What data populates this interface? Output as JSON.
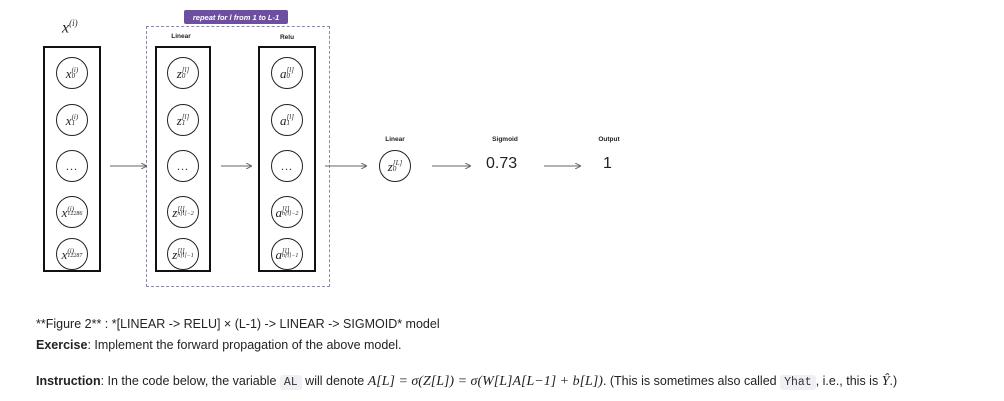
{
  "diagram": {
    "input_title": "x",
    "input_title_sup": "(i)",
    "repeat_label": "repeat for l from 1 to L-1",
    "linear_label": "Linear",
    "relu_label": "Relu",
    "final_linear_label": "Linear",
    "sigmoid_label": "Sigmoid",
    "output_label": "Output",
    "sigmoid_value": "0.73",
    "output_value": "1",
    "dots": "…",
    "inputs": [
      {
        "base": "x",
        "sup": "(i)",
        "sub": "0"
      },
      {
        "base": "x",
        "sup": "(i)",
        "sub": "1"
      },
      {
        "base": "x",
        "sup": "(i)",
        "sub": "12286"
      },
      {
        "base": "x",
        "sup": "(i)",
        "sub": "12287"
      }
    ],
    "linear_nodes": [
      {
        "base": "z",
        "sup": "[l]",
        "sub": "0"
      },
      {
        "base": "z",
        "sup": "[l]",
        "sub": "1"
      },
      {
        "base": "z",
        "sup": "[l]",
        "sub": "n[l]−2"
      },
      {
        "base": "z",
        "sup": "[l]",
        "sub": "n[l]−1"
      }
    ],
    "relu_nodes": [
      {
        "base": "a",
        "sup": "[l]",
        "sub": "0"
      },
      {
        "base": "a",
        "sup": "[l]",
        "sub": "1"
      },
      {
        "base": "a",
        "sup": "[l]",
        "sub": "n[l]−2"
      },
      {
        "base": "a",
        "sup": "[l]",
        "sub": "n[l]−1"
      }
    ],
    "final_node": {
      "base": "z",
      "sup": "[L]",
      "sub": "0"
    }
  },
  "text": {
    "figure_caption": "**Figure 2** : *[LINEAR -> RELU] × (L-1) -> LINEAR -> SIGMOID* model",
    "exercise_label": "Exercise",
    "exercise_text": ": Implement the forward propagation of the above model.",
    "instruction_label": "Instruction",
    "instruction_text_1": ": In the code below, the variable ",
    "instruction_code_1": "AL",
    "instruction_text_2": " will denote ",
    "instruction_math": "A[L] = σ(Z[L]) = σ(W[L]A[L−1] + b[L])",
    "instruction_text_3": ". (This is sometimes also called ",
    "instruction_code_2": "Yhat",
    "instruction_text_4": ", i.e., this is ",
    "instruction_math_2": "Ŷ",
    "instruction_text_5": ".)"
  }
}
